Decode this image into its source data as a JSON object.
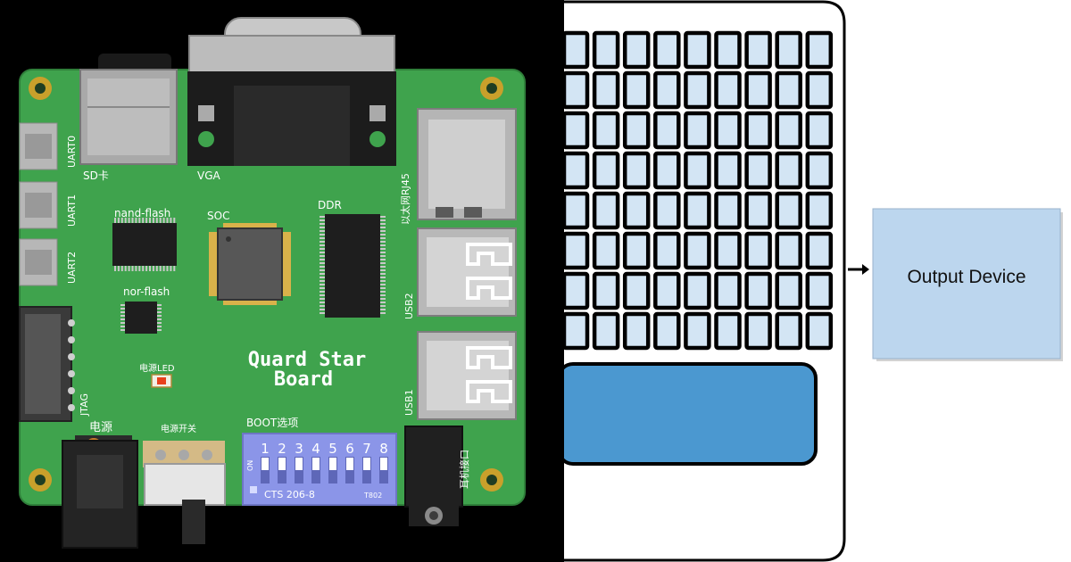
{
  "board": {
    "title_line1": "Quard Star",
    "title_line2": "Board",
    "labels": {
      "sd": "SD卡",
      "vga": "VGA",
      "uart0": "UART0",
      "uart1": "UART1",
      "uart2": "UART2",
      "nand_flash": "nand-flash",
      "soc": "SOC",
      "ddr": "DDR",
      "ethernet": "以太网RJ45",
      "nor_flash": "nor-flash",
      "usb1": "USB1",
      "usb2": "USB2",
      "jtag": "JTAG",
      "power_led": "电源LED",
      "power": "电源",
      "power_switch": "电源开关",
      "boot": "BOOT选项",
      "headphone": "耳机接口"
    },
    "dip_switch": {
      "numbers": [
        "1",
        "2",
        "3",
        "4",
        "5",
        "6",
        "7",
        "8"
      ],
      "on_label": "ON",
      "model": "CTS 206-8",
      "code": "T802"
    },
    "colors": {
      "pcb": "#3fa34d",
      "dip": "#8b95e8",
      "led": "#e8401c"
    }
  },
  "diagram": {
    "grid_rows": 8,
    "grid_cols": 9,
    "output_label": "Output Device",
    "colors": {
      "cell_fill": "#d3e5f4",
      "cell_border": "#000000",
      "bar_fill": "#4b98d0",
      "output_fill": "#bcd6ee"
    }
  }
}
